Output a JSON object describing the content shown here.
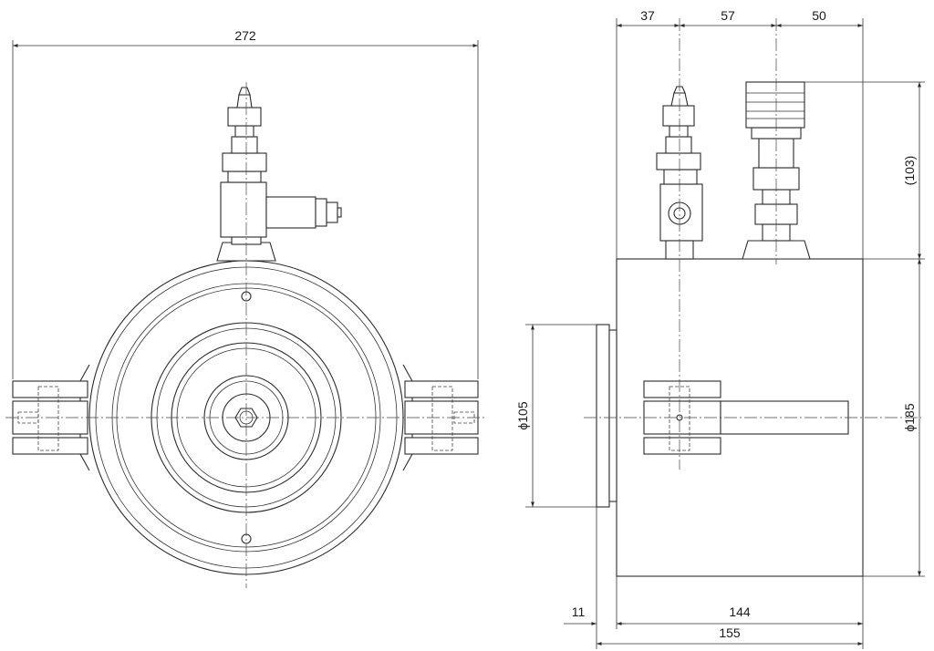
{
  "dimensions": {
    "front_width": "272",
    "side_top_a": "37",
    "side_top_b": "57",
    "side_top_c": "50",
    "side_height_ref": "(103)",
    "piston_diameter": "ϕ105",
    "body_diameter": "ϕ185",
    "flange_thickness": "11",
    "body_length": "144",
    "overall_length": "155"
  }
}
